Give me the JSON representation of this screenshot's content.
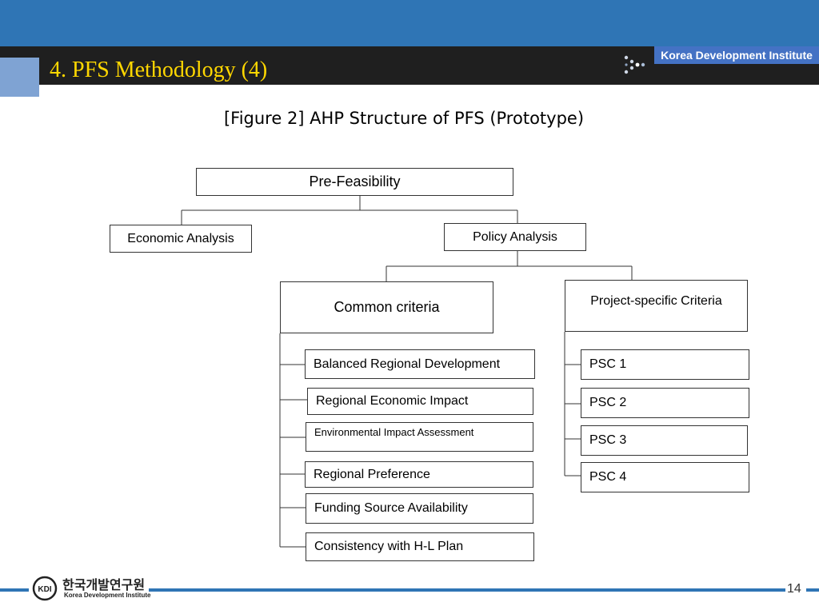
{
  "header": {
    "title": "4. PFS Methodology (4)",
    "brand": "Korea Development Institute",
    "brand_icon": "arrow-dots-icon",
    "colors": {
      "band": "#2f75b5",
      "title_bar": "#1f1f1f",
      "title_text": "#ffd700",
      "badge": "#4472c4"
    }
  },
  "figure": {
    "caption": "[Figure 2] AHP Structure of PFS (Prototype)",
    "root": "Pre-Feasibility",
    "level1": {
      "economic": "Economic Analysis",
      "policy": "Policy Analysis"
    },
    "level2": {
      "common": "Common criteria",
      "project": "Project-specific Criteria"
    },
    "common_items": [
      "Balanced Regional Development",
      "Regional Economic Impact",
      "Environmental Impact Assessment",
      "Regional Preference",
      "Funding Source Availability",
      "Consistency with H-L Plan"
    ],
    "project_items": [
      "PSC 1",
      "PSC 2",
      "PSC 3",
      "PSC 4"
    ]
  },
  "footer": {
    "korean": "한국개발연구원",
    "english": "Korea Development Institute",
    "logo_text": "KDI",
    "page": "14"
  }
}
